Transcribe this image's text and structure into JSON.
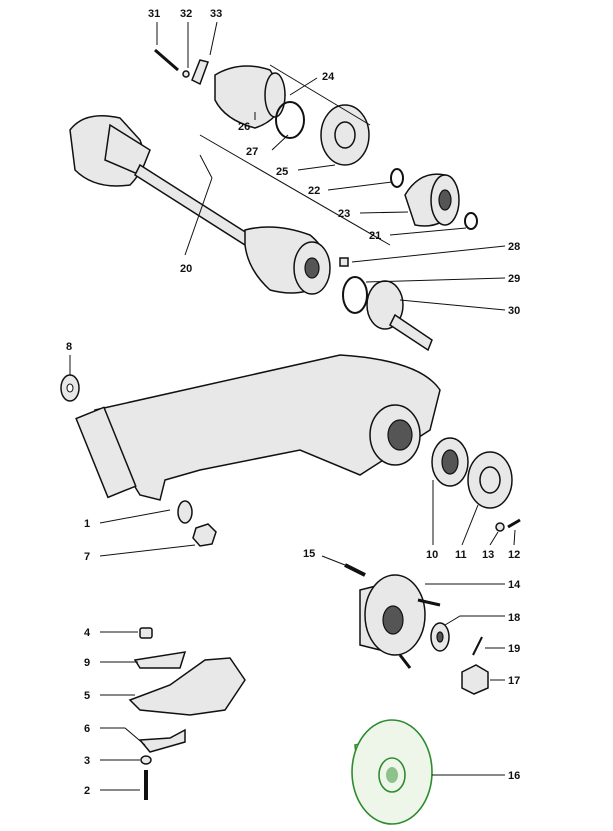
{
  "highlight_color": "#2e8b2e",
  "labels": {
    "p1": "1",
    "p2": "2",
    "p3": "3",
    "p4": "4",
    "p5": "5",
    "p6": "6",
    "p7": "7",
    "p8": "8",
    "p9": "9",
    "p10": "10",
    "p11": "11",
    "p12": "12",
    "p13": "13",
    "p14": "14",
    "p15": "15",
    "p16": "16",
    "p17": "17",
    "p18": "18",
    "p19": "19",
    "p20": "20",
    "p21": "21",
    "p22": "22",
    "p23": "23",
    "p24": "24",
    "p25": "25",
    "p26": "26",
    "p27": "27",
    "p28": "28",
    "p29": "29",
    "p30": "30",
    "p31": "31",
    "p32": "32",
    "p33": "33"
  }
}
